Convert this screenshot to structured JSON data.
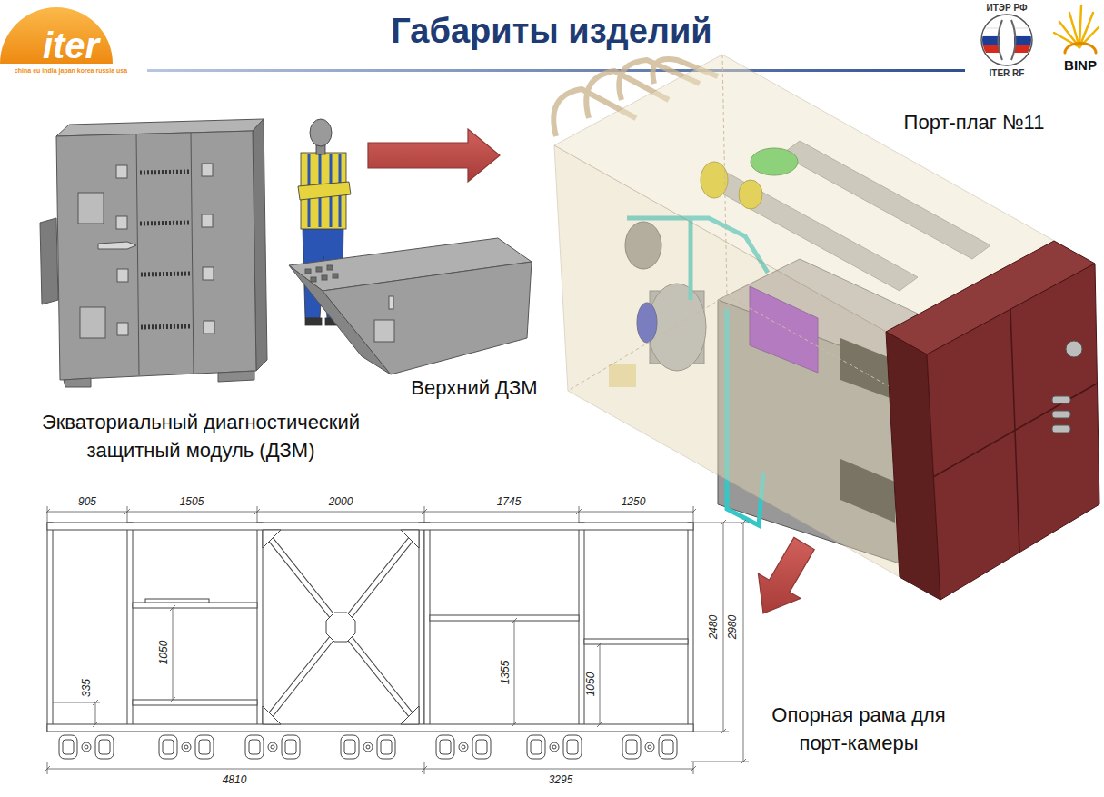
{
  "diagram": {
    "title": "Габариты изделий",
    "labels": [
      "iter",
      "china eu india japan korea russia usa",
      "ИТЭР РФ",
      "ITER RF",
      "BINP",
      "Порт-плаг №11",
      "Верхний ДЗМ",
      "Экваториальный диагностический защитный модуль (ДЗМ)",
      "905",
      "1505",
      "2000",
      "1745",
      "1250",
      "2480",
      "2980",
      "1050",
      "335",
      "1355",
      "1050",
      "Опорная рама для порт-камеры",
      "4810",
      "3295"
    ]
  }
}
